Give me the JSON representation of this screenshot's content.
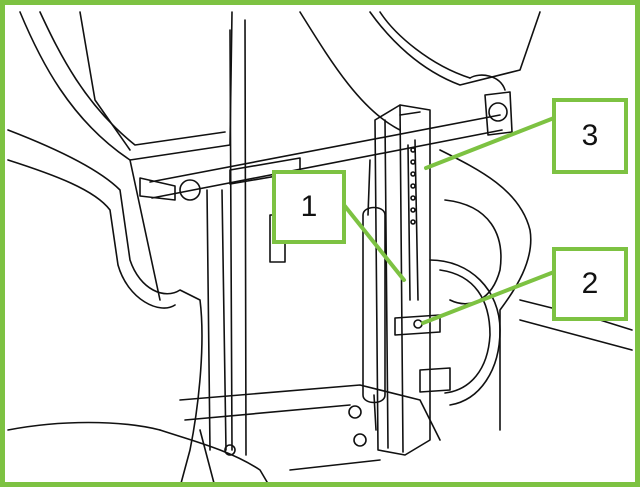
{
  "diagram": {
    "frame_color": "#7dc242",
    "line_color": "#111111",
    "callouts": [
      {
        "label": "1"
      },
      {
        "label": "2"
      },
      {
        "label": "3"
      }
    ]
  }
}
